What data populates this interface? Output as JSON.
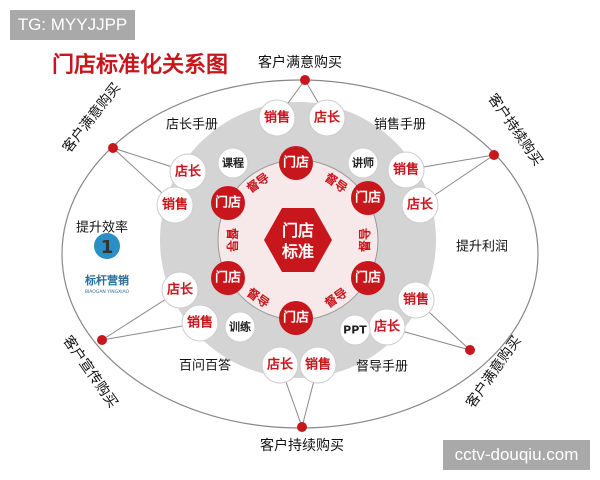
{
  "title": "门店标准化关系图",
  "colors": {
    "accent": "#c8161d",
    "ring": "#d4d4d4",
    "inner": "#f7e9ea",
    "line": "#888888"
  },
  "center": {
    "line1": "门店",
    "line2": "标准"
  },
  "store_node": "门店",
  "supervisor": "督导",
  "nodes": {
    "sales": "销售",
    "manager": "店长"
  },
  "resources": [
    "课程",
    "讲师",
    "训练",
    "PPT"
  ],
  "manuals": [
    "店长手册",
    "销售手册",
    "百问百答",
    "督导手册"
  ],
  "goals": [
    "提升效率",
    "提升利润"
  ],
  "customers": {
    "top": "客户满意购买",
    "top_left": "客户满意购买",
    "top_right": "客户持续购买",
    "bottom_left": "客户宣传购买",
    "bottom_right": "客户满意购买",
    "bottom": "客户持续购买"
  },
  "logo": {
    "name": "标杆营销",
    "pinyin": "BIAOGAN YINGXIAO",
    "digit": "1"
  },
  "watermarks": {
    "top": "TG: MYYJJPP",
    "bottom": "cctv-douqiu.com"
  }
}
